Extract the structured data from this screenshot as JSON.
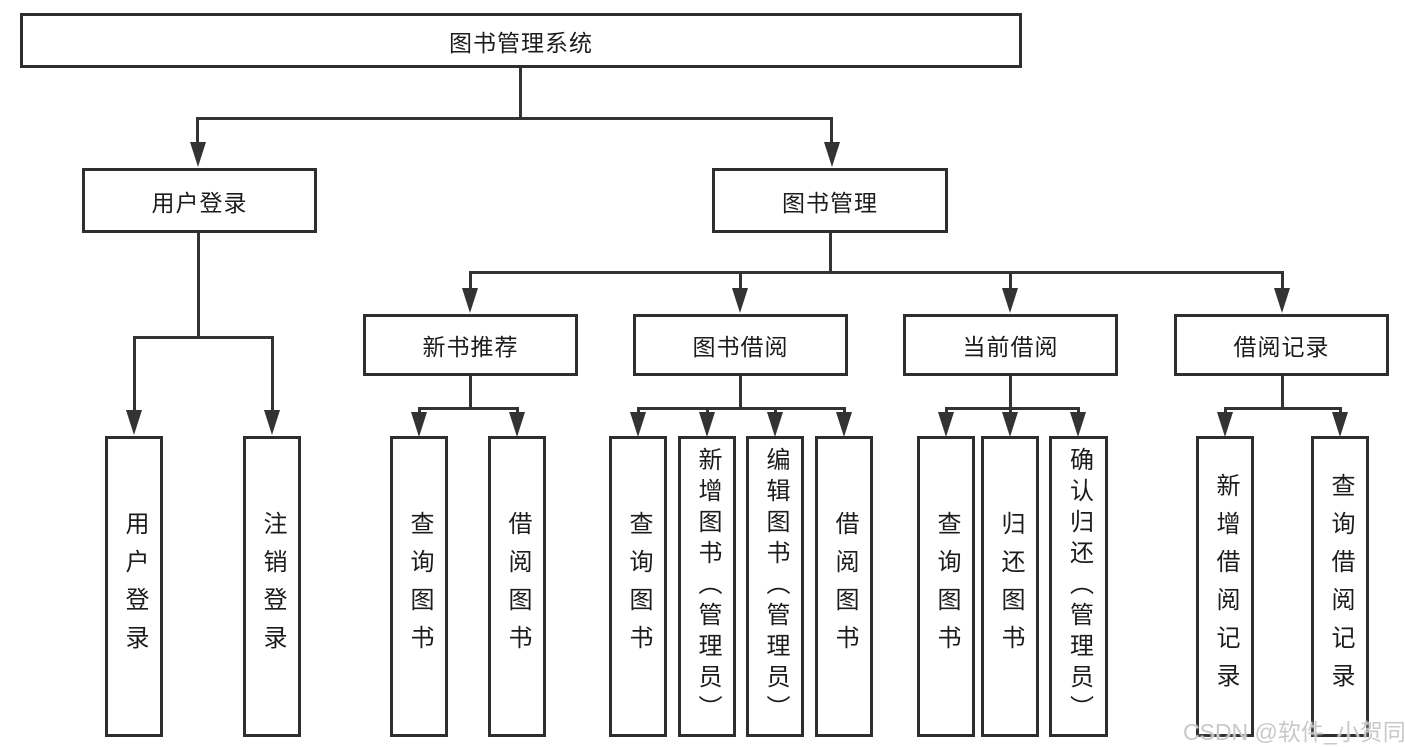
{
  "colors": {
    "line": "#333333",
    "box_border": "#2e2e2e",
    "text": "#1c1c1c",
    "background": "#ffffff",
    "watermark": "#c9c9c9"
  },
  "watermark": {
    "text": "CSDN @软件_小贺同学"
  },
  "tree": {
    "root": "图书管理系统",
    "branches": [
      {
        "label": "用户登录",
        "children": [
          "用户登录",
          "注销登录"
        ]
      },
      {
        "label": "图书管理",
        "children": [
          {
            "label": "新书推荐",
            "children": [
              "查询图书",
              "借阅图书"
            ]
          },
          {
            "label": "图书借阅",
            "children": [
              "查询图书",
              "新增图书（管理员）",
              "编辑图书（管理员）",
              "借阅图书"
            ]
          },
          {
            "label": "当前借阅",
            "children": [
              "查询图书",
              "归还图书",
              "确认归还（管理员）"
            ]
          },
          {
            "label": "借阅记录",
            "children": [
              "新增借阅记录",
              "查询借阅记录"
            ]
          }
        ]
      }
    ]
  }
}
